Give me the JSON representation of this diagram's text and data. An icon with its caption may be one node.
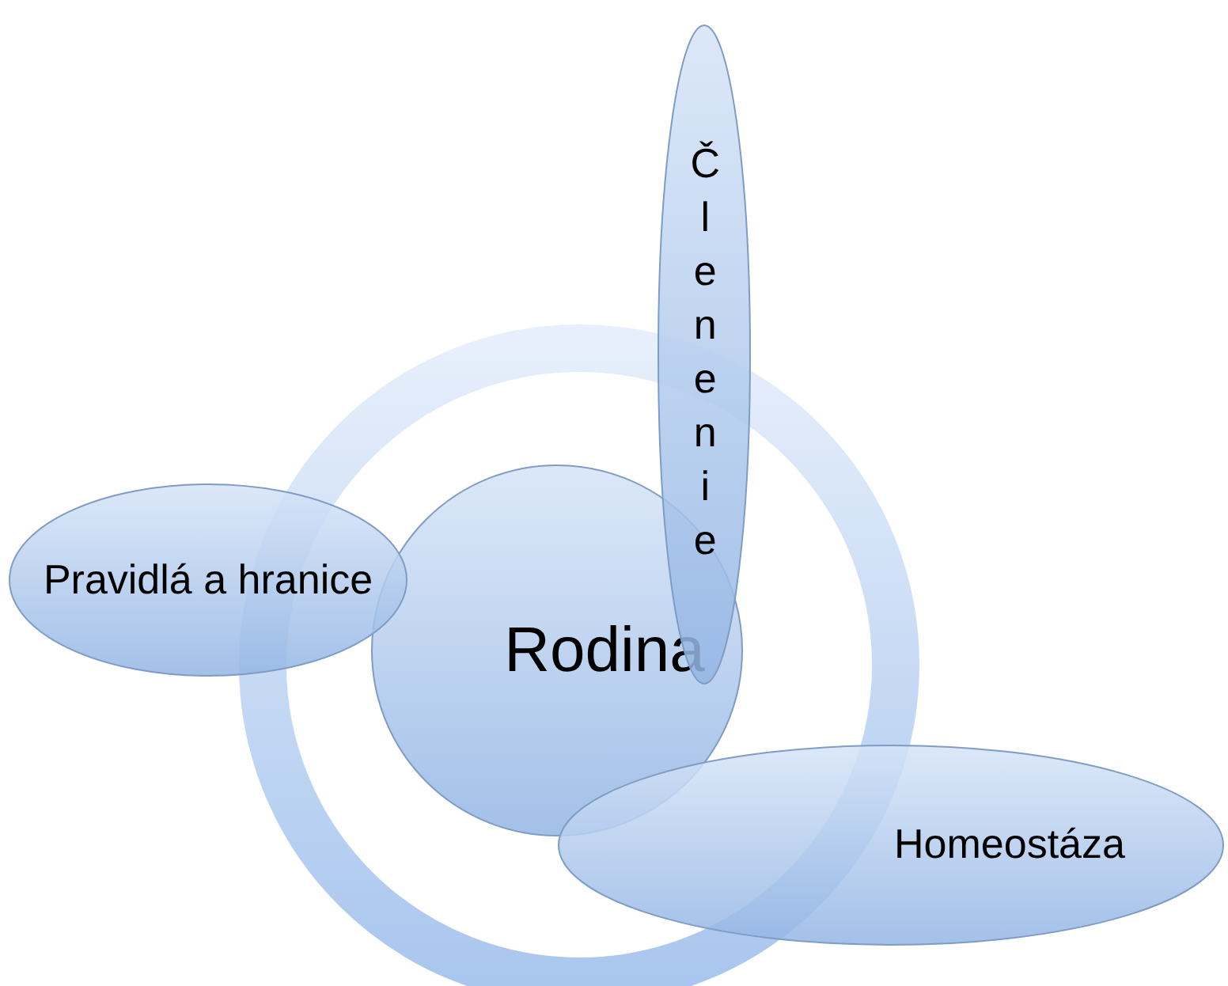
{
  "diagram": {
    "nodes": [
      {
        "text": [
          "Členenie"
        ]
      },
      {
        "text": [
          "Pravidlá a hranice"
        ]
      },
      {
        "text": [
          "Rodina"
        ]
      },
      {
        "text": [
          "Homeostáza"
        ]
      }
    ]
  }
}
